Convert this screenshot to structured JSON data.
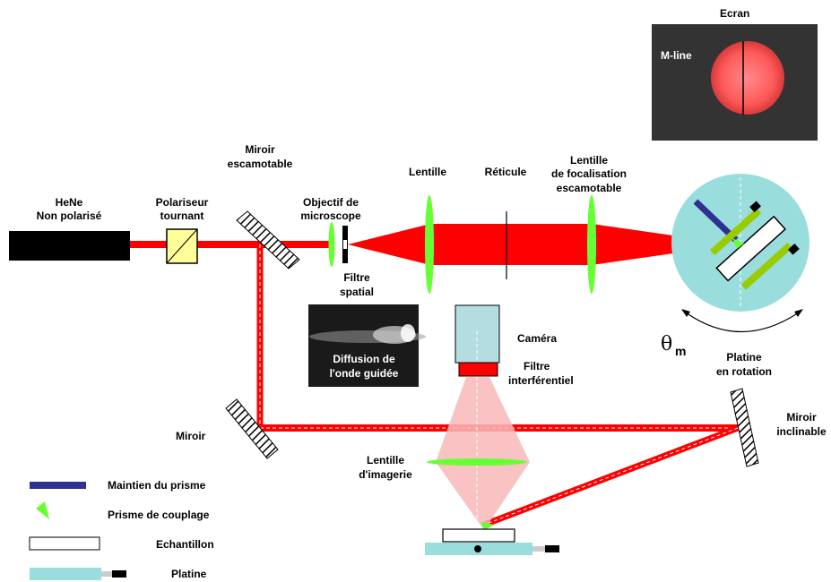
{
  "labels": {
    "screen": "Ecran",
    "mline": "M-line",
    "laser_line1": "HeNe",
    "laser_line2": "Non polarisé",
    "polarizer_line1": "Polariseur",
    "polarizer_line2": "tournant",
    "flip_mirror_line1": "Miroir",
    "flip_mirror_line2": "escamotable",
    "objective_line1": "Objectif de",
    "objective_line2": "microscope",
    "filter_line1": "Filtre",
    "filter_line2": "spatial",
    "lens": "Lentille",
    "reticle": "Réticule",
    "focus_lens_line1": "Lentille",
    "focus_lens_line2": "de focalisation",
    "focus_lens_line3": "escamotable",
    "diffusion_line1": "Diffusion de",
    "diffusion_line2": "l'onde guidée",
    "camera": "Caméra",
    "interf_filter_line1": "Filtre",
    "interf_filter_line2": "interférentiel",
    "theta": "θ",
    "theta_sub": "m",
    "rot_stage_line1": "Platine",
    "rot_stage_line2": "en rotation",
    "mirror": "Miroir",
    "tilt_mirror_line1": "Miroir",
    "tilt_mirror_line2": "inclinable",
    "imaging_lens_line1": "Lentille",
    "imaging_lens_line2": "d'imagerie"
  },
  "legend": [
    {
      "label": "Maintien du prisme",
      "symbol": "prism-holder",
      "color": "#2e3192"
    },
    {
      "label": "Prisme de couplage",
      "symbol": "coupling-prism",
      "color": "#66ff33"
    },
    {
      "label": "Echantillon",
      "symbol": "sample",
      "color": "#ffffff"
    },
    {
      "label": "Platine",
      "symbol": "stage",
      "color": "#99dddd"
    }
  ],
  "colors": {
    "laser_beam": "#ff0000",
    "lens": "#66ff33",
    "stage": "#99dddd",
    "prism_holder": "#2e3192",
    "prism_mount": "#99cc00",
    "camera_body": "#b3dde0",
    "camera_filter": "#ff0000",
    "imaging_light": "#f8b8b8",
    "polarizer": "#ffff99"
  }
}
